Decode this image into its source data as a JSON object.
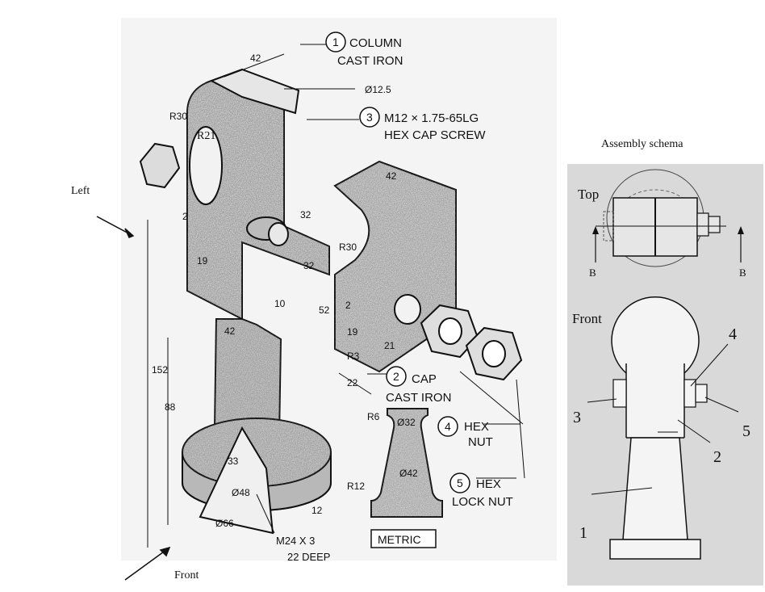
{
  "view_labels": {
    "left": "Left",
    "front": "Front"
  },
  "parts": [
    {
      "number": "1",
      "name": "COLUMN",
      "material": "CAST IRON"
    },
    {
      "number": "2",
      "name": "CAP",
      "material": "CAST IRON"
    },
    {
      "number": "3",
      "name": "M12 × 1.75-65LG",
      "material": "HEX CAP SCREW"
    },
    {
      "number": "4",
      "name": "HEX",
      "material": "NUT"
    },
    {
      "number": "5",
      "name": "HEX",
      "material": "LOCK NUT"
    }
  ],
  "dimensions": {
    "column_top_width": "42",
    "bolt_hole_dia": "Ø12.5",
    "outer_radius": "R30",
    "inner_radius": "R21",
    "column_slot": "2",
    "column_32_a": "32",
    "column_32_b": "32",
    "column_19": "19",
    "column_10": "10",
    "column_52": "52",
    "column_mid_width": "42",
    "overall_height": "152",
    "shaft_height": "88",
    "base_thread_depth": "33",
    "base_bore": "Ø48",
    "base_outer": "Ø66",
    "base_12": "12",
    "thread_spec": "M24 X 3",
    "thread_depth": "22 DEEP",
    "cap_width": "42",
    "cap_radius": "R30",
    "cap_2": "2",
    "cap_19": "19",
    "cap_21": "21",
    "cap_r3": "R3",
    "cap_22": "22",
    "foot_r6": "R6",
    "foot_32": "Ø32",
    "foot_42": "Ø42",
    "foot_r12": "R12"
  },
  "units_label": "METRIC",
  "schema": {
    "title": "Assembly schema",
    "top_label": "Top",
    "front_label": "Front",
    "section_left": "B",
    "section_right": "B",
    "callouts": [
      "1",
      "2",
      "3",
      "4",
      "5"
    ]
  }
}
